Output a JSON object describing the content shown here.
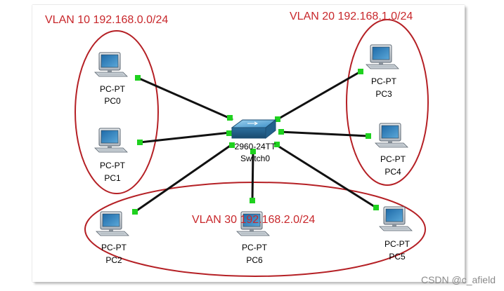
{
  "vlans": [
    {
      "id": "vlan10",
      "text": "VLAN 10 192.168.0.0/24"
    },
    {
      "id": "vlan20",
      "text": "VLAN 20 192.168.1.0/24"
    },
    {
      "id": "vlan30",
      "text": "VLAN 30 192.168.2.0/24"
    }
  ],
  "switch": {
    "model": "2960-24TT",
    "name": "Switch0"
  },
  "pcs": [
    {
      "id": "pc0",
      "model": "PC-PT",
      "name": "PC0"
    },
    {
      "id": "pc1",
      "model": "PC-PT",
      "name": "PC1"
    },
    {
      "id": "pc2",
      "model": "PC-PT",
      "name": "PC2"
    },
    {
      "id": "pc3",
      "model": "PC-PT",
      "name": "PC3"
    },
    {
      "id": "pc4",
      "model": "PC-PT",
      "name": "PC4"
    },
    {
      "id": "pc5",
      "model": "PC-PT",
      "name": "PC5"
    },
    {
      "id": "pc6",
      "model": "PC-PT",
      "name": "PC6"
    }
  ],
  "colors": {
    "vlan_ring": "#b52025",
    "link": "#111111",
    "port": "#1fd11f"
  },
  "watermark": "CSDN @c_afield"
}
